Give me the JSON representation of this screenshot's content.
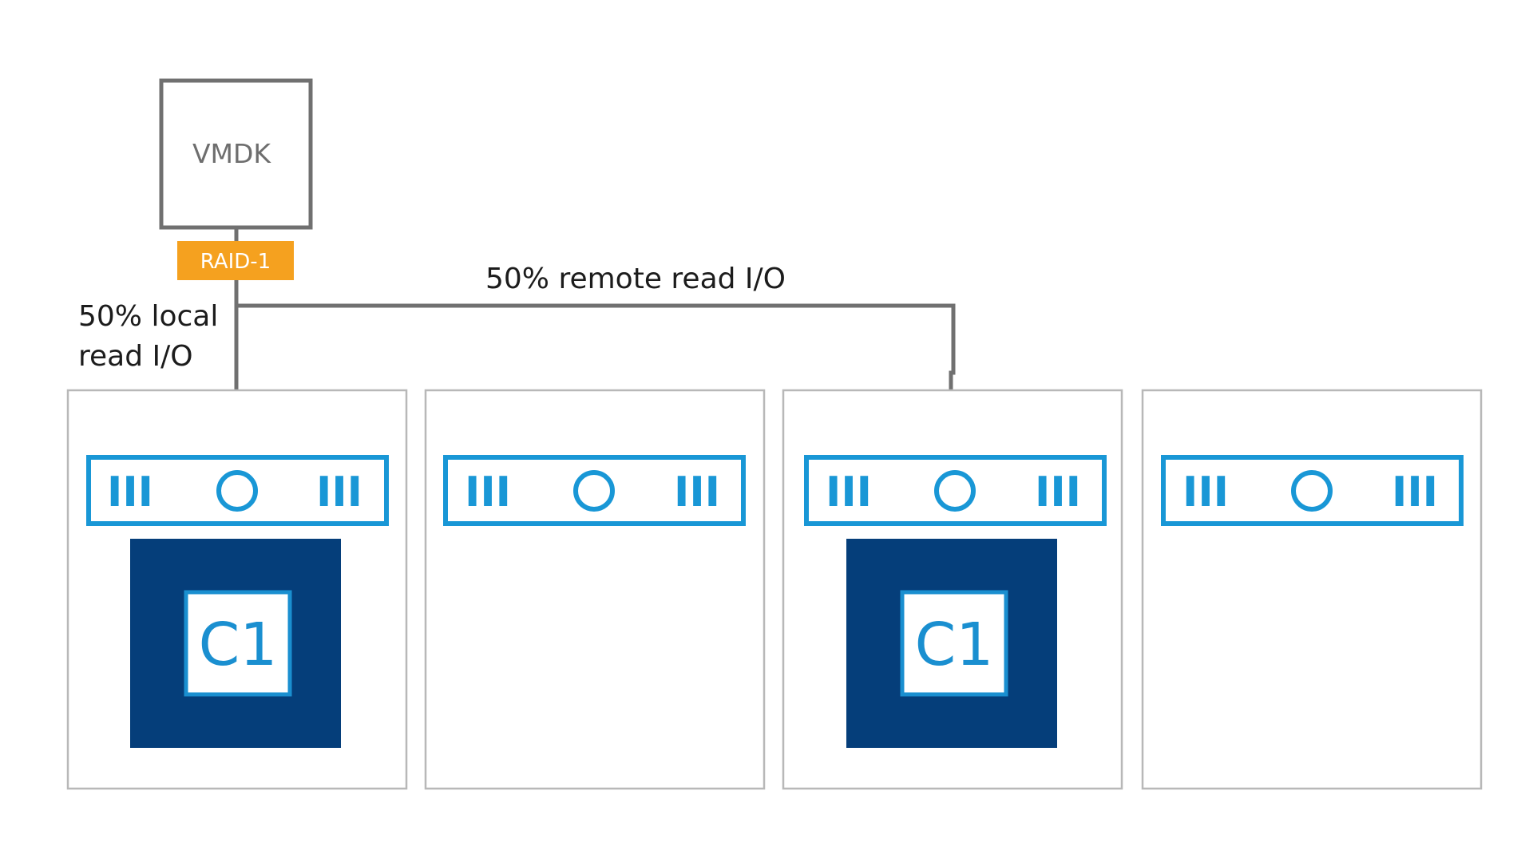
{
  "diagram": {
    "vmdk": {
      "label": "VMDK"
    },
    "raid_badge": {
      "label": "RAID-1"
    },
    "annotations": {
      "local_read": [
        "50% local",
        "read I/O"
      ],
      "remote_read": "50% remote read I/O"
    },
    "hosts": [
      {
        "disk_bars_left": "III",
        "disk_bars_right": "III",
        "cache": "C1"
      },
      {
        "disk_bars_left": "III",
        "disk_bars_right": "III",
        "cache": null
      },
      {
        "disk_bars_left": "III",
        "disk_bars_right": "III",
        "cache": "C1"
      },
      {
        "disk_bars_left": "III",
        "disk_bars_right": "III",
        "cache": null
      }
    ]
  },
  "colors": {
    "background": "#ffffff",
    "connector_gray": "#707070",
    "host_border_gray": "#b8b8b8",
    "vmdk_text_gray": "#6e6e6e",
    "raid_orange": "#f5a11f",
    "raid_text": "#ffffff",
    "disk_blue": "#1997d6",
    "cache_navy": "#053e7a",
    "cache_text_blue": "#1a8fd0",
    "annotation_text": "#1c1c1c"
  }
}
